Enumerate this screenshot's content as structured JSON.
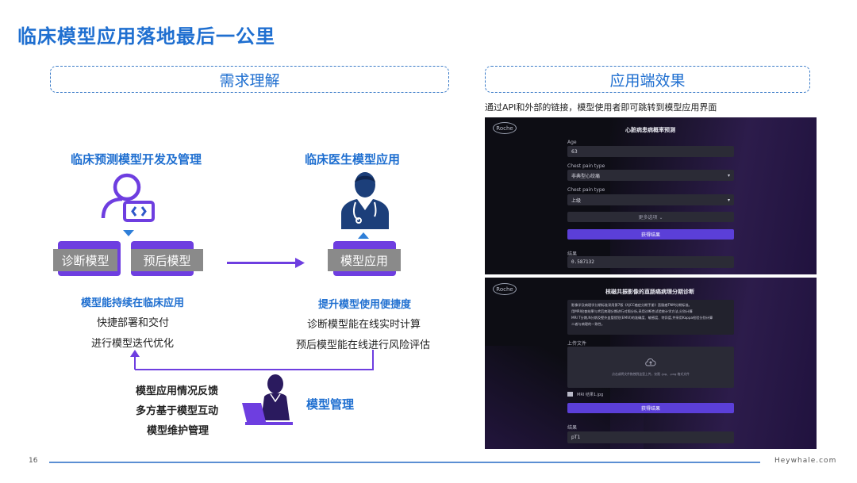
{
  "page_title": "临床模型应用落地最后一公里",
  "left_panel": {
    "header": "需求理解",
    "dev_title": "临床预测模型开发及管理",
    "doctor_title": "临床医生模型应用",
    "pills": {
      "diagnosis": "诊断模型",
      "prognosis": "预后模型",
      "application": "模型应用"
    },
    "left_points": {
      "head": "模型能持续在临床应用",
      "line1": "快捷部署和交付",
      "line2": "进行模型迭代优化"
    },
    "right_points": {
      "head": "提升模型使用便捷度",
      "line1": "诊断模型能在线实时计算",
      "line2": "预后模型能在线进行风险评估"
    },
    "feedback": {
      "line1": "模型应用情况反馈",
      "line2": "多方基于模型互动",
      "line3": "模型维护管理"
    },
    "management_label": "模型管理"
  },
  "right_panel": {
    "header": "应用端效果",
    "description": "通过API和外部的链接，模型使用者即可跳转到模型应用界面",
    "screen1": {
      "logo": "Roche",
      "title": "心脏病患病概率预测",
      "age_label": "Age",
      "age_value": "63",
      "chest1_label": "Chest pain type",
      "chest1_value": "非典型心绞痛",
      "chest2_label": "Chest pain type",
      "chest2_value": "上级",
      "more_options": "更多选项 ⌄",
      "submit": "获得结果",
      "result_label": "结果",
      "result_value": "0.587132"
    },
    "screen2": {
      "logo": "Roche",
      "title": "核磁共振影像的直肠癌病理分期诊断",
      "desc_line1": "影像学及病理学分期标准采用第7版《AJCC癌症分期手册》直肠癌TNM分期标准。",
      "desc_line2": "用MRI检查结果与术后病理分期进行对照分析,采用诊断性试验统计学方法,分别计算",
      "desc_line3": "MRI T分期,N分期及壁外血管侵犯(EMVI)的准确度、敏感度、特异度,并采用Kappa检验分别计算",
      "desc_line4": "二者与病理的一致性。",
      "upload_label": "上传文件",
      "upload_hint": "点击或将文件拖拽到这里上传，仅限 .jpg、.png 格式文件",
      "file_name": "MRI 结果1.jpg",
      "submit": "获得结果",
      "result_label": "结果",
      "result_value": "pT1"
    }
  },
  "footer": {
    "page_number": "16",
    "brand": "Heywhale.com"
  },
  "colors": {
    "accent_blue": "#1f6fd0",
    "purple": "#6e3ee0",
    "dark_screen": "#0d0d14"
  }
}
